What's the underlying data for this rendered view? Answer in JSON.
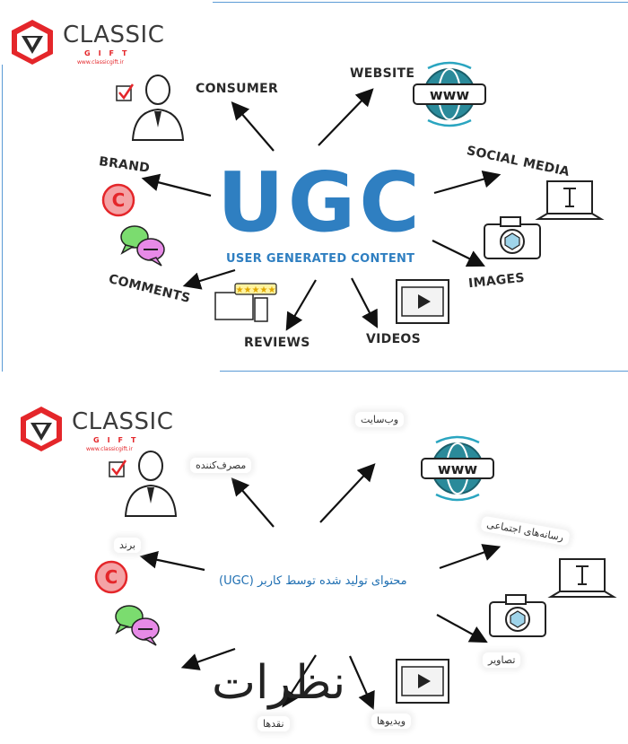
{
  "brand": {
    "name": "CLASSIC",
    "tagline": "GIFT",
    "url": "www.classicgift.ir"
  },
  "top_diagram": {
    "center_title": "UGC",
    "center_subtitle": "USER GENERATED CONTENT",
    "labels": {
      "consumer": "CONSUMER",
      "website": "WEBSITE",
      "brand": "BRAND",
      "social_media": "SOCIAL MEDIA",
      "images": "IMAGES",
      "comments": "COMMENTS",
      "reviews": "REVIEWS",
      "videos": "VIDEOS"
    },
    "icon_text": {
      "www": "www"
    }
  },
  "bottom_diagram": {
    "center_title": "محتوای تولید شده توسط کاربر (UGC)",
    "labels": {
      "consumer": "مصرف‌کننده",
      "website": "وب‌سایت",
      "brand": "برند",
      "social_media": "رسانه‌های اجتماعی",
      "images": "تصاویر",
      "reviews": "نقدها",
      "videos": "ویدیوها"
    },
    "watermark": "نظرات",
    "icon_text": {
      "www": "www"
    }
  },
  "colors": {
    "accent_blue": "#2f7fc1",
    "globe_teal": "#2a8a9a",
    "brand_red": "#e4262a",
    "frame_blue": "#5b9bd5"
  }
}
